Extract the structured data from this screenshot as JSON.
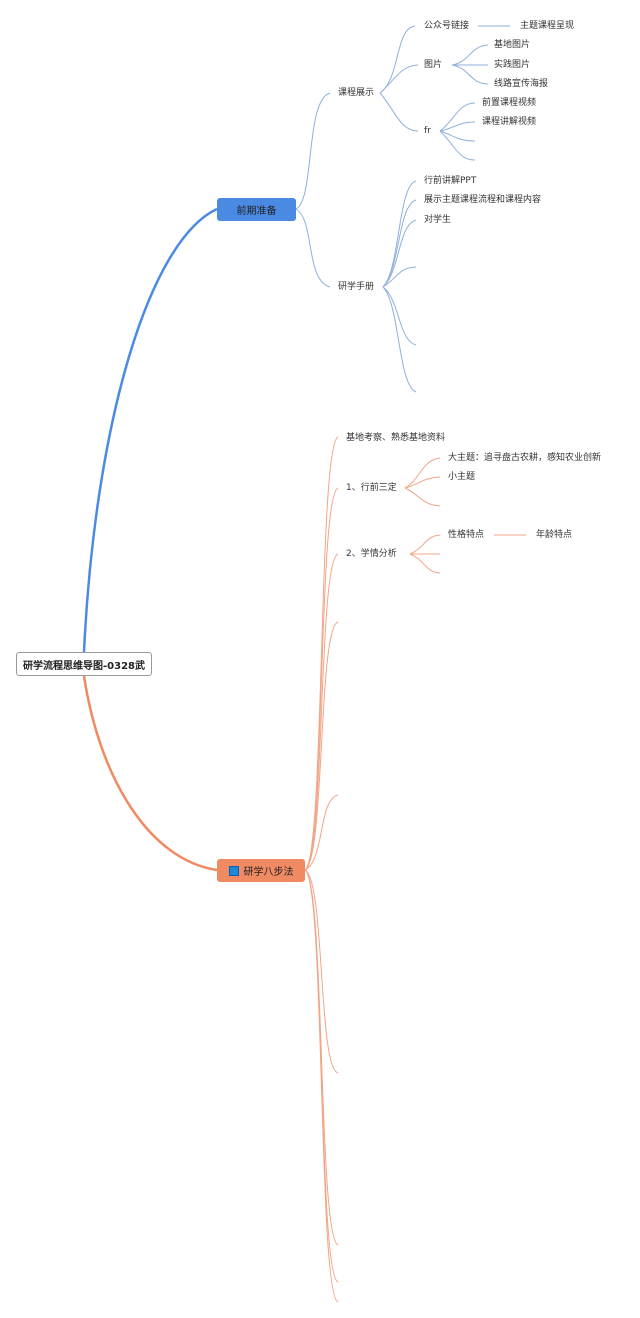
{
  "title": "研学流程思维导图-0328武",
  "colors": {
    "blue_branch": "#4a8ae2",
    "blue_line": "#8fb0dd",
    "orange_branch": "#ef8a62",
    "orange_line": "#f1a586"
  },
  "branch1": {
    "label": "前期准备",
    "course_display": {
      "label": "课程展示",
      "public_link": "公众号链接",
      "theme_course": "主题课程呈现",
      "pictures": "图片",
      "base_pic": "基地图片",
      "practice_pic": "实践图片",
      "route_poster": "线路宣传海报",
      "fr": "fr",
      "pre_video": "前置课程视频",
      "lecture_video": "课程讲解视频"
    },
    "handbook": {
      "label": "研学手册",
      "ppt": "行前讲解PPT",
      "flow": "展示主题课程流程和课程内容",
      "students": "对学生"
    }
  },
  "branch2": {
    "label": "研学八步法",
    "icon": "blue-square-flag-icon",
    "survey": "基地考察、熟悉基地资料",
    "three": {
      "label": "1、行前三定",
      "big_theme": "大主题：追寻盘古农耕，感知农业创新",
      "small_theme": "小主题"
    },
    "analysis": {
      "label": "2、学情分析",
      "character": "性格特点",
      "age": "年龄特点"
    }
  }
}
